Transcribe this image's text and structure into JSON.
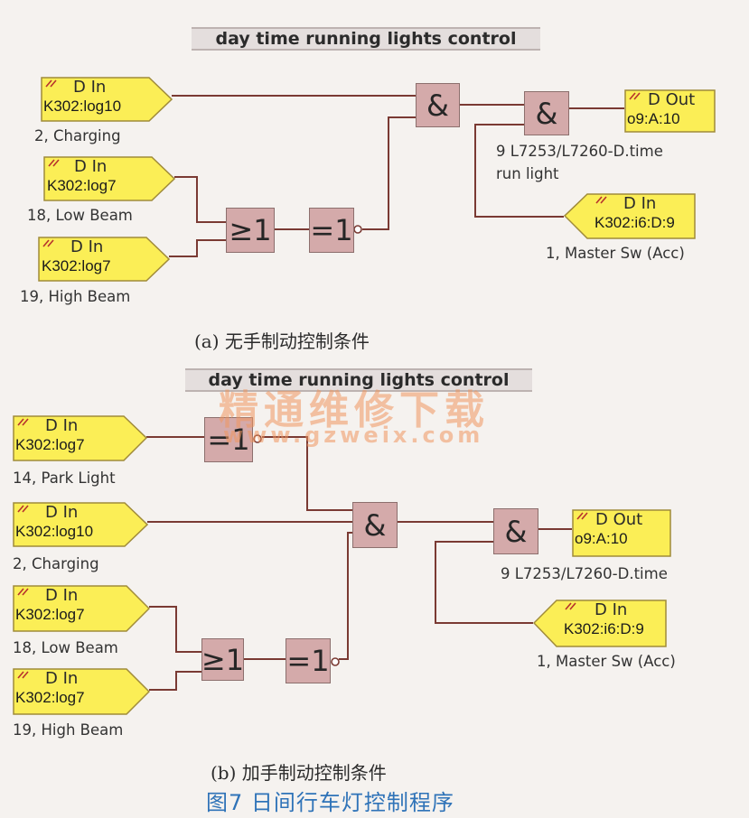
{
  "diagram_a": {
    "title": "day time running lights control",
    "caption": "(a)  无手制动控制条件",
    "inputs": [
      {
        "type": "D In",
        "address": "K302:log10",
        "signal": "2, Charging"
      },
      {
        "type": "D In",
        "address": "K302:log7",
        "signal": "18, Low Beam"
      },
      {
        "type": "D In",
        "address": "K302:log7",
        "signal": "19, High Beam"
      },
      {
        "type": "D In",
        "address": "K302:i6:D:9",
        "signal": "1, Master Sw (Acc)"
      }
    ],
    "gates": {
      "or": "≥1",
      "xor_not": "=1",
      "and1": "&",
      "and2": "&"
    },
    "output": {
      "type": "D Out",
      "address": "o9:A:10",
      "signal_line1": "9 L7253/L7260-D.time",
      "signal_line2": "run light"
    }
  },
  "diagram_b": {
    "title": "day time running lights control",
    "caption": "(b)  加手制动控制条件",
    "inputs": [
      {
        "type": "D In",
        "address": "K302:log7",
        "signal": "14, Park Light"
      },
      {
        "type": "D In",
        "address": "K302:log10",
        "signal": "2, Charging"
      },
      {
        "type": "D In",
        "address": "K302:log7",
        "signal": "18, Low Beam"
      },
      {
        "type": "D In",
        "address": "K302:log7",
        "signal": "19, High Beam"
      },
      {
        "type": "D In",
        "address": "K302:i6:D:9",
        "signal": "1, Master Sw (Acc)"
      }
    ],
    "gates": {
      "xor_not_top": "=1",
      "or": "≥1",
      "xor_not": "=1",
      "and1": "&",
      "and2": "&"
    },
    "output": {
      "type": "D Out",
      "address": "o9:A:10",
      "signal_line1": "9 L7253/L7260-D.time"
    }
  },
  "figure_caption": "图7   日间行车灯控制程序",
  "watermark": {
    "line1": "精通维修下载",
    "line2": "www.gzweix.com"
  }
}
